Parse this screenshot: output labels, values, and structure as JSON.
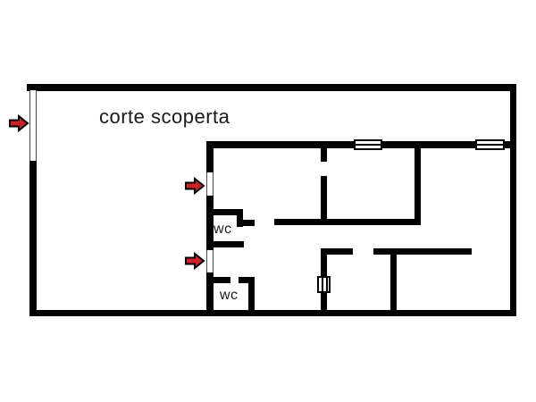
{
  "floor_plan": {
    "courtyard_label": "corte scoperta",
    "wc_upper_label": "wc",
    "wc_lower_label": "wc",
    "colors": {
      "wall": "#000000",
      "background": "#ffffff",
      "arrow_fill": "#cd2129",
      "arrow_stroke": "#000000",
      "door_line": "#4a4a4a",
      "text": "#1a1a1a"
    }
  }
}
